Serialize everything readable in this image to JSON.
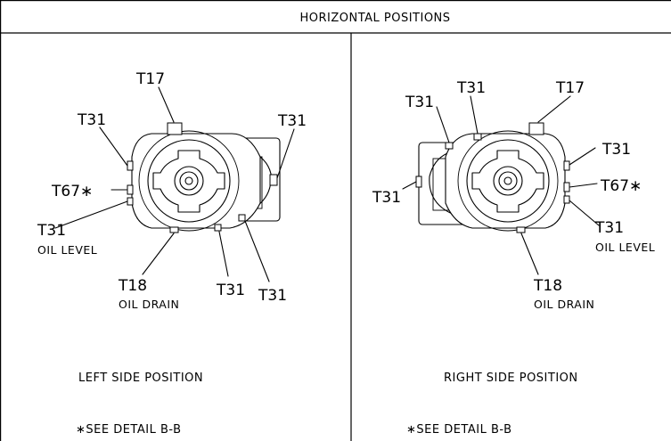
{
  "header": {
    "title": "HORIZONTAL POSITIONS"
  },
  "left": {
    "callouts": {
      "t17": "T17",
      "t31_top_left": "T31",
      "t31_right": "T31",
      "t67": "T67∗",
      "t31_level": "T31",
      "oil_level": "OIL LEVEL",
      "t18": "T18",
      "oil_drain": "OIL DRAIN",
      "t31_bottom_mid": "T31",
      "t31_bottom_right": "T31"
    },
    "caption": "LEFT SIDE POSITION",
    "note": "∗SEE DETAIL B-B"
  },
  "right": {
    "callouts": {
      "t31_top_left": "T31",
      "t31_top_mid": "T31",
      "t17": "T17",
      "t31_right": "T31",
      "t67": "T67∗",
      "t31_left": "T31",
      "t31_level": "T31",
      "oil_level": "OIL LEVEL",
      "t18": "T18",
      "oil_drain": "OIL DRAIN"
    },
    "caption": "RIGHT SIDE POSITION",
    "note": "∗SEE DETAIL B-B"
  }
}
